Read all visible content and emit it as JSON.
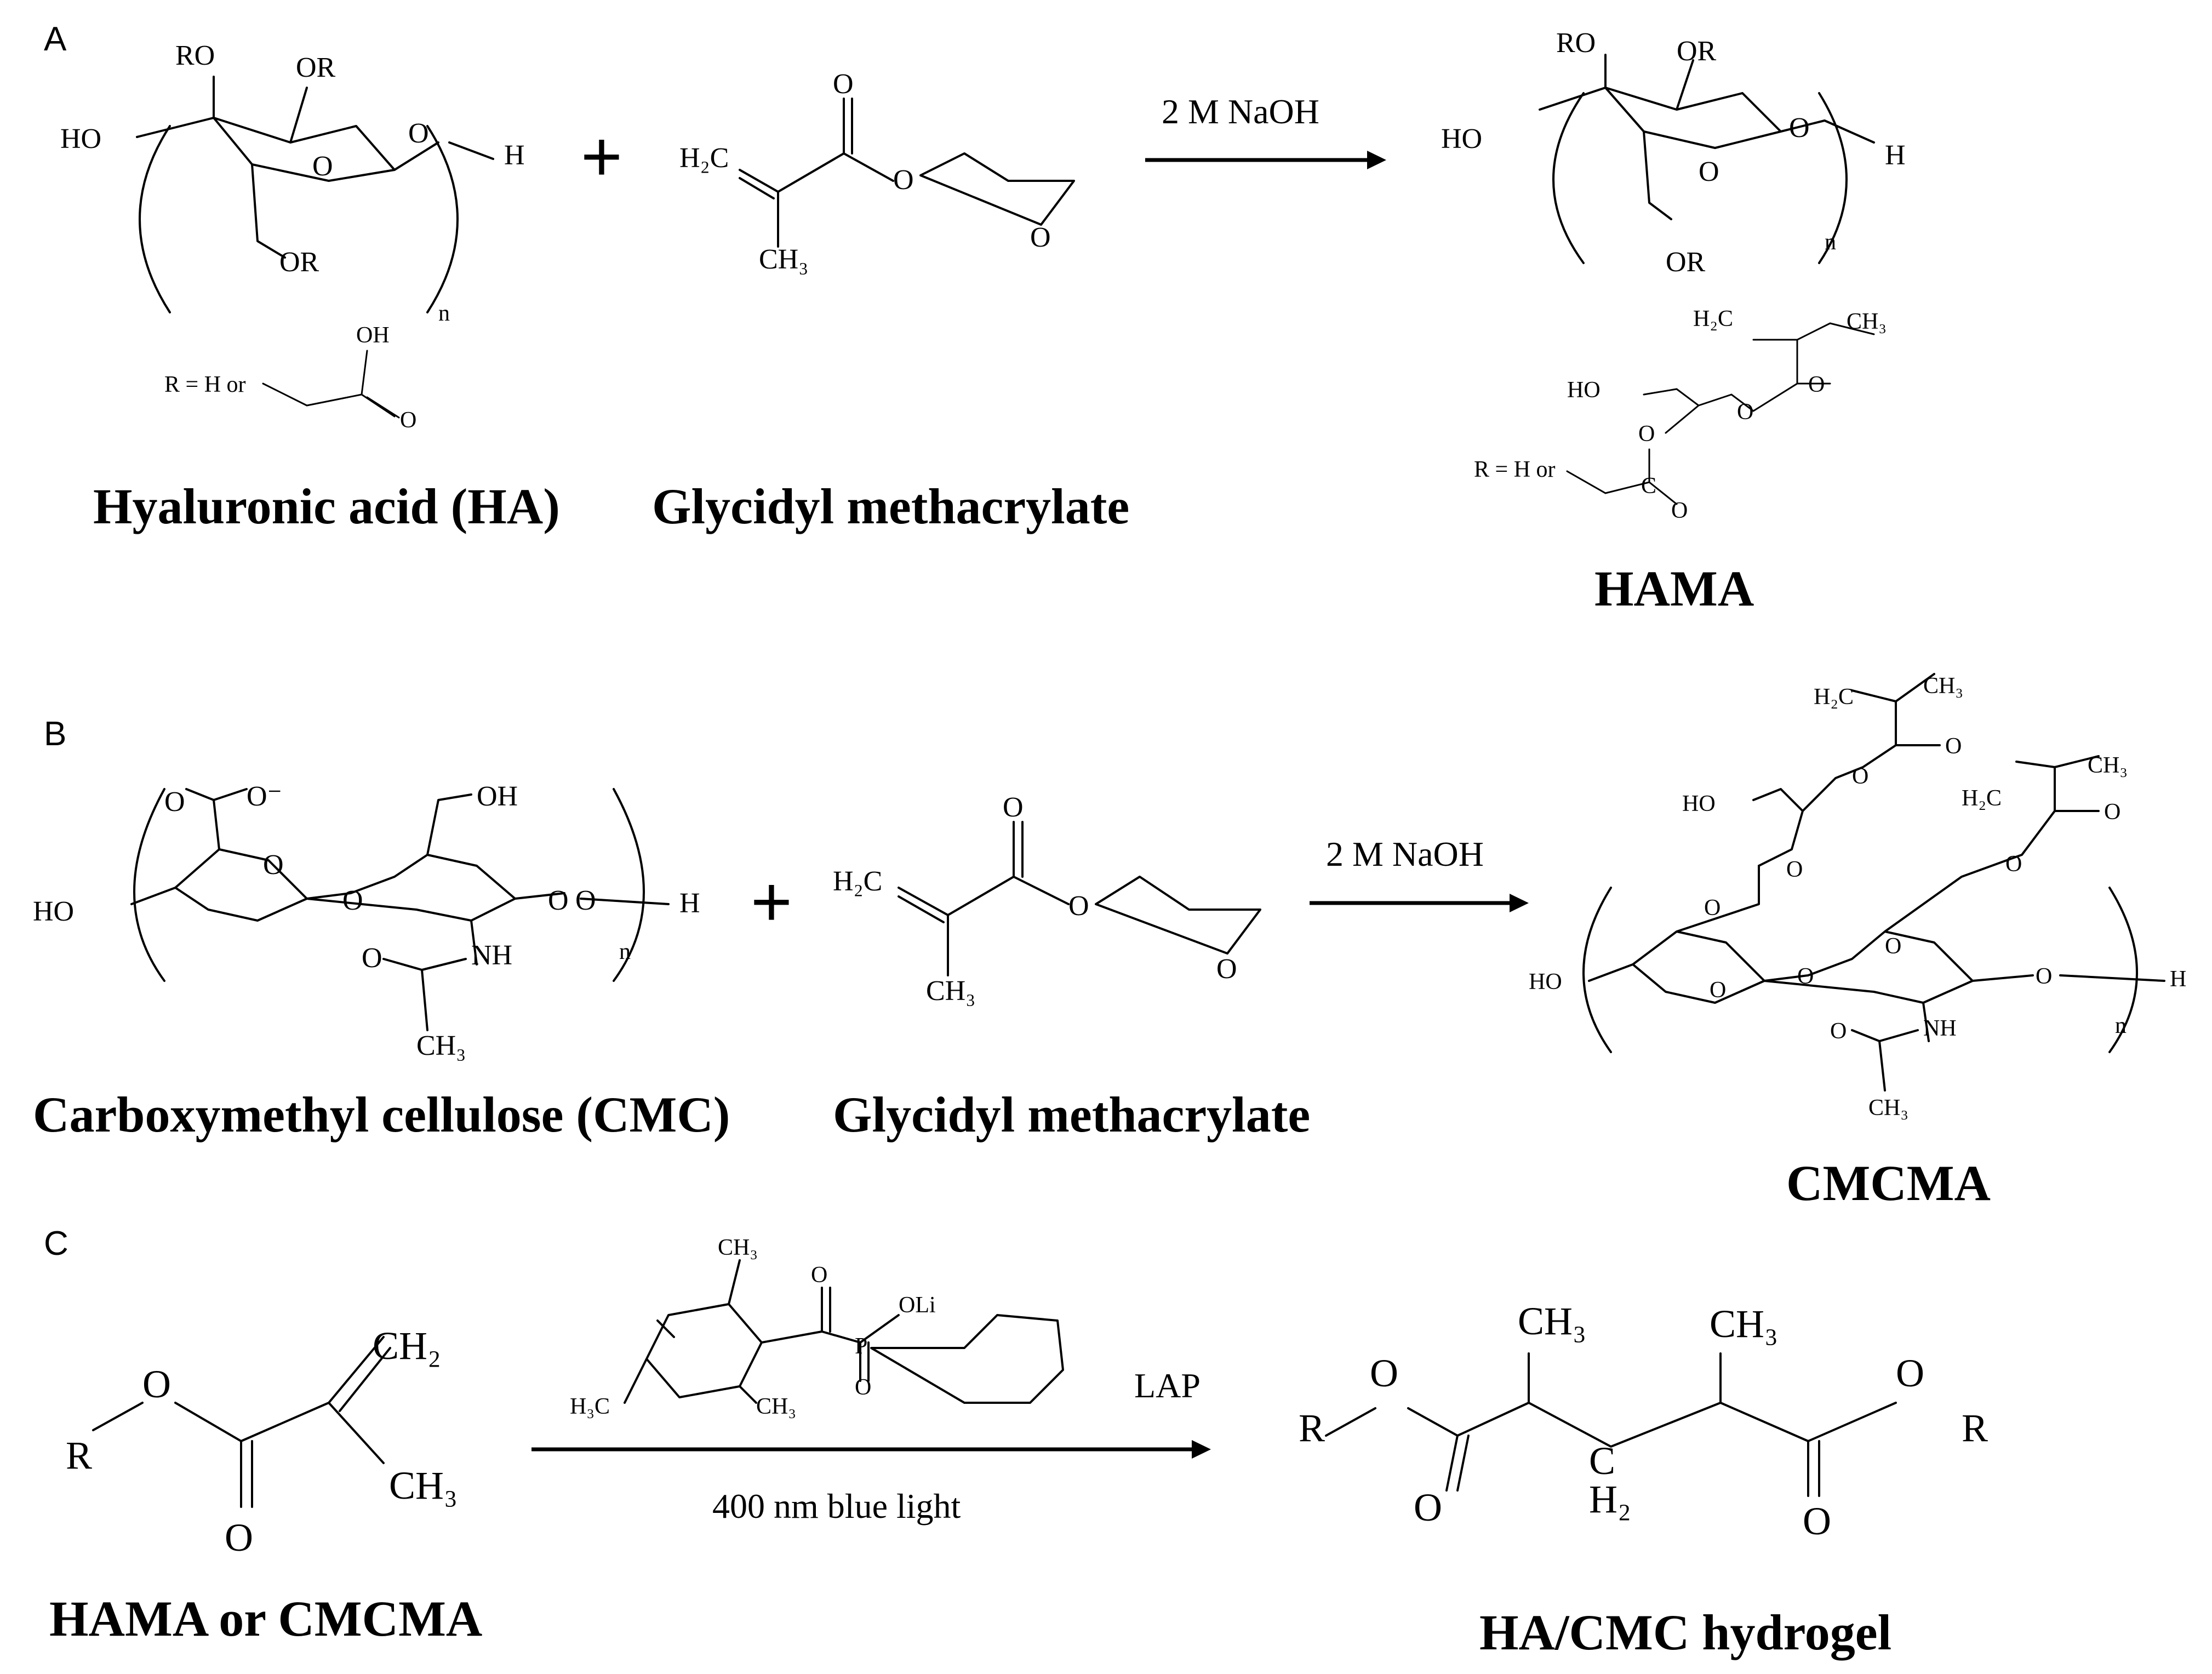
{
  "panels": {
    "a": "A",
    "b": "B",
    "c": "C"
  },
  "names": {
    "ha": "Hyaluronic acid (HA)",
    "gma": "Glycidyl methacrylate",
    "hama": "HAMA",
    "cmc": "Carboxymethyl cellulose (CMC)",
    "cmcma": "CMCMA",
    "hama_or_cmcma": "HAMA or CMCMA",
    "hydrogel": "HA/CMC hydrogel"
  },
  "conditions": {
    "naoh": "2 M NaOH",
    "lap": "LAP",
    "light": "400 nm blue light"
  },
  "atoms": {
    "ro": "RO",
    "or": "OR",
    "ho": "HO",
    "o": "O",
    "h": "H",
    "n": "n",
    "oh": "OH",
    "c": "C",
    "nh": "NH",
    "r": "R",
    "p": "P",
    "oli": "OLi",
    "o_minus": "O⁻",
    "h2c": "H₂C",
    "ch3": "CH₃",
    "ch2": "CH₂",
    "h3c": "H₃C",
    "h2": "H₂",
    "r_def": "R = H or"
  }
}
